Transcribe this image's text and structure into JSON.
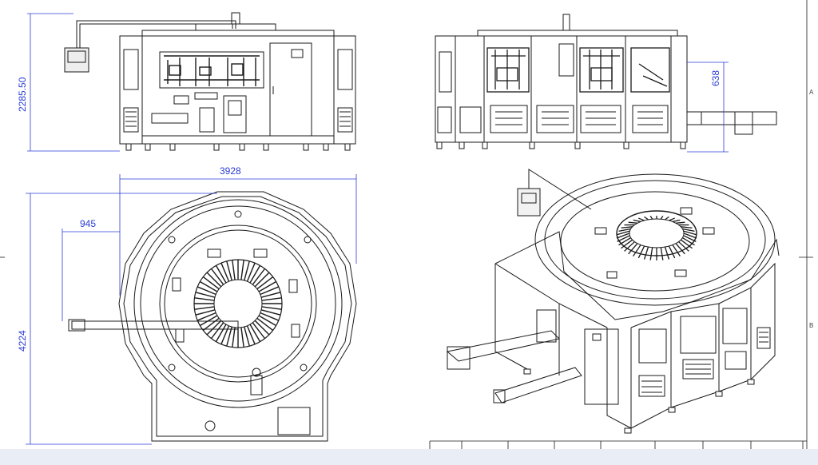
{
  "drawing": {
    "views": {
      "front": {
        "height_dim": "2285.50"
      },
      "side": {
        "dim": "638"
      },
      "top": {
        "width_dim": "3928",
        "offset_dim": "945",
        "height_dim": "4224"
      },
      "isometric": {}
    },
    "zone_labels": [
      "A",
      "B"
    ],
    "colors": {
      "line": "#1a1a1a",
      "dimension": "#2a3bd6",
      "background": "#ffffff",
      "band": "#e9edf6"
    }
  }
}
